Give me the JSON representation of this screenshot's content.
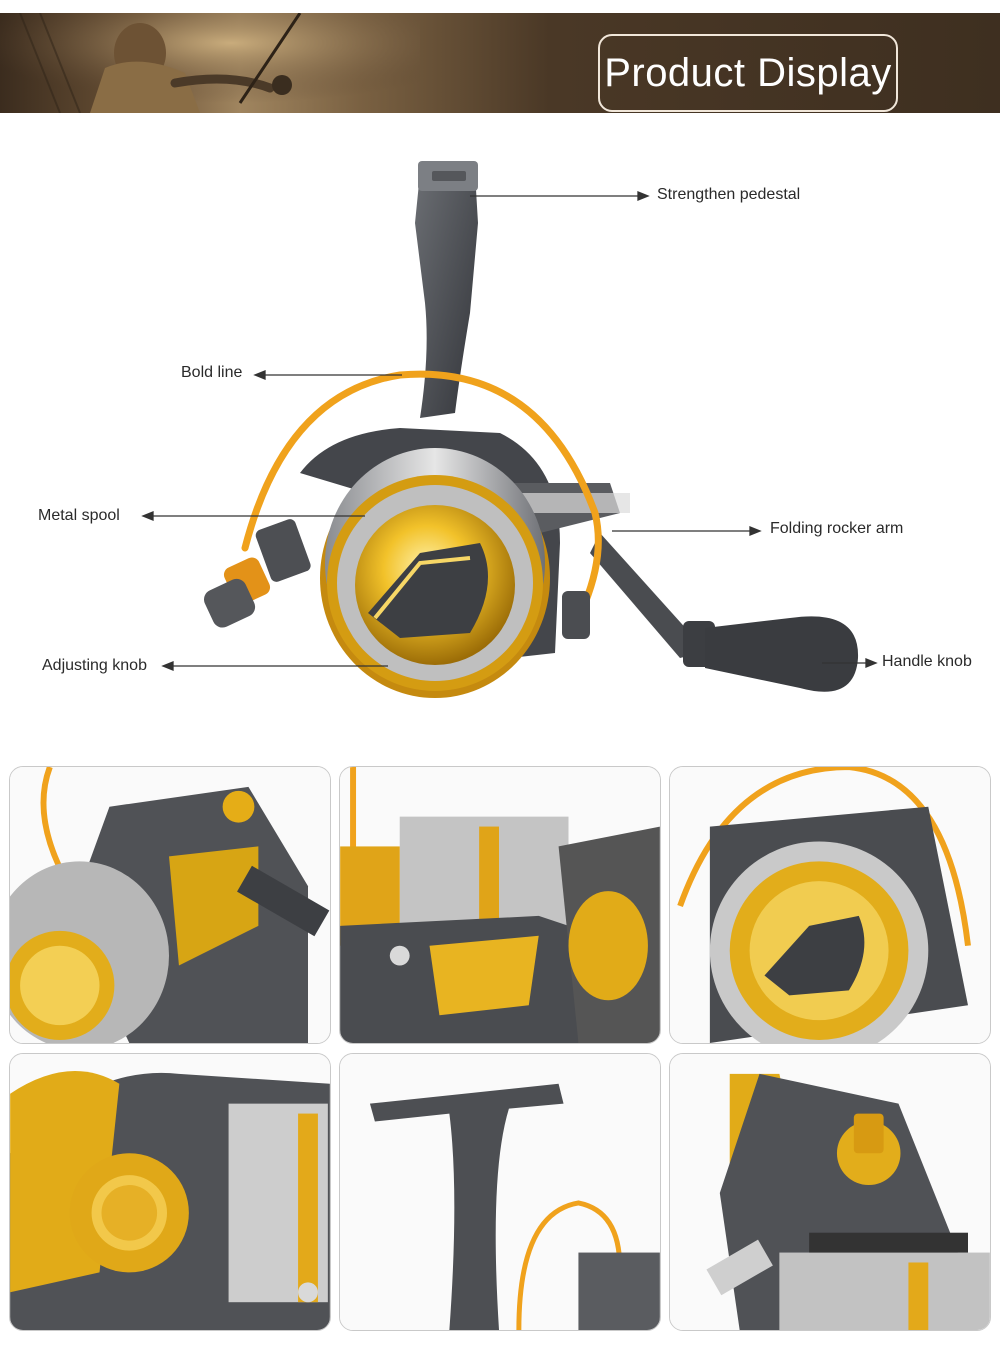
{
  "banner": {
    "title": "Product Display"
  },
  "callouts": {
    "strengthen_pedestal": "Strengthen pedestal",
    "bold_line": "Bold line",
    "metal_spool": "Metal spool",
    "folding_rocker_arm": "Folding rocker arm",
    "adjusting_knob": "Adjusting knob",
    "handle_knob": "Handle knob"
  },
  "colors": {
    "banner_brown": "#4a3826",
    "reel_gold": "#e7b21a",
    "reel_gray": "#4d4f53",
    "bail_orange": "#f0a21c"
  },
  "gallery": {
    "photos": [
      "reel-side-closeup",
      "reel-body-closeup",
      "reel-spool-front",
      "reel-rotor-closeup",
      "reel-foot-stem",
      "reel-drag-knob-closeup"
    ]
  }
}
